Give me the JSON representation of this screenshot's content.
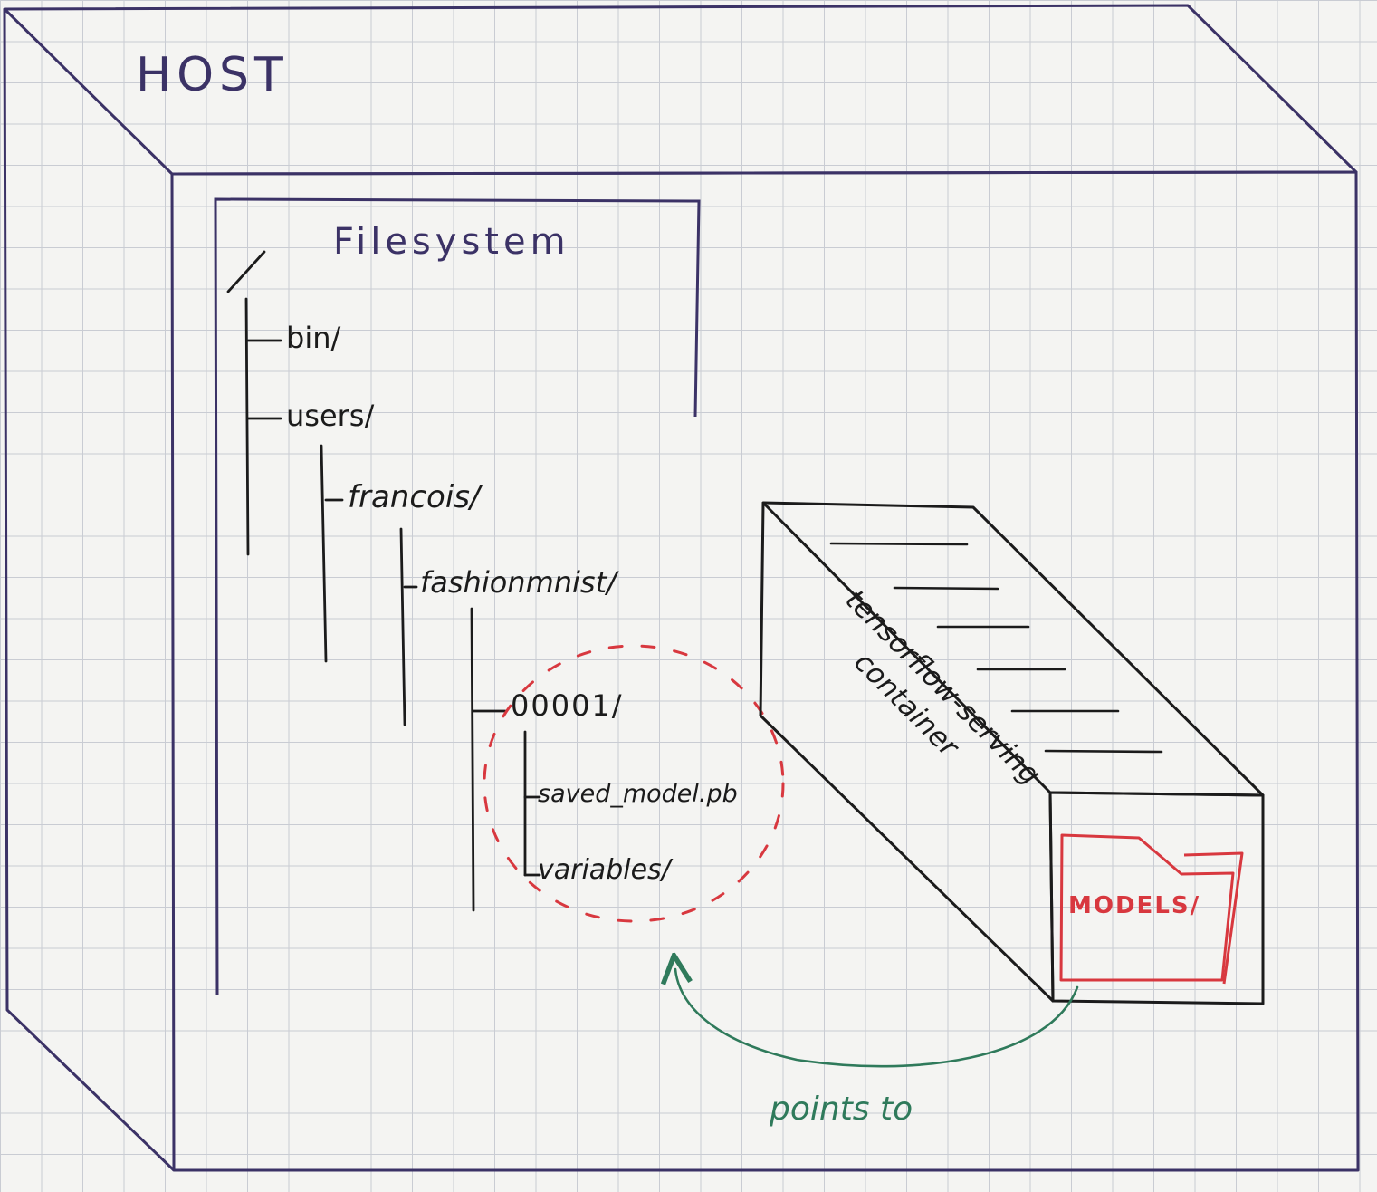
{
  "host": {
    "label": "HOST"
  },
  "filesystem": {
    "title": "Filesystem",
    "root": "/",
    "entries": {
      "bin": "bin/",
      "users": "users/",
      "francois": "francois/",
      "fashionmnist": "fashionmnist/",
      "version": "00001/",
      "saved_model": "saved_model.pb",
      "variables": "variables/"
    }
  },
  "container": {
    "name_line1": "tensorflow-serving",
    "name_line2": "container",
    "folder_label": "MODELS/"
  },
  "arrow": {
    "label": "points to"
  },
  "colors": {
    "host": "#3b3266",
    "container": "#1b1b1b",
    "highlight": "#d8383f",
    "arrow": "#2f7a5b",
    "grid": "#c9ccd3"
  }
}
